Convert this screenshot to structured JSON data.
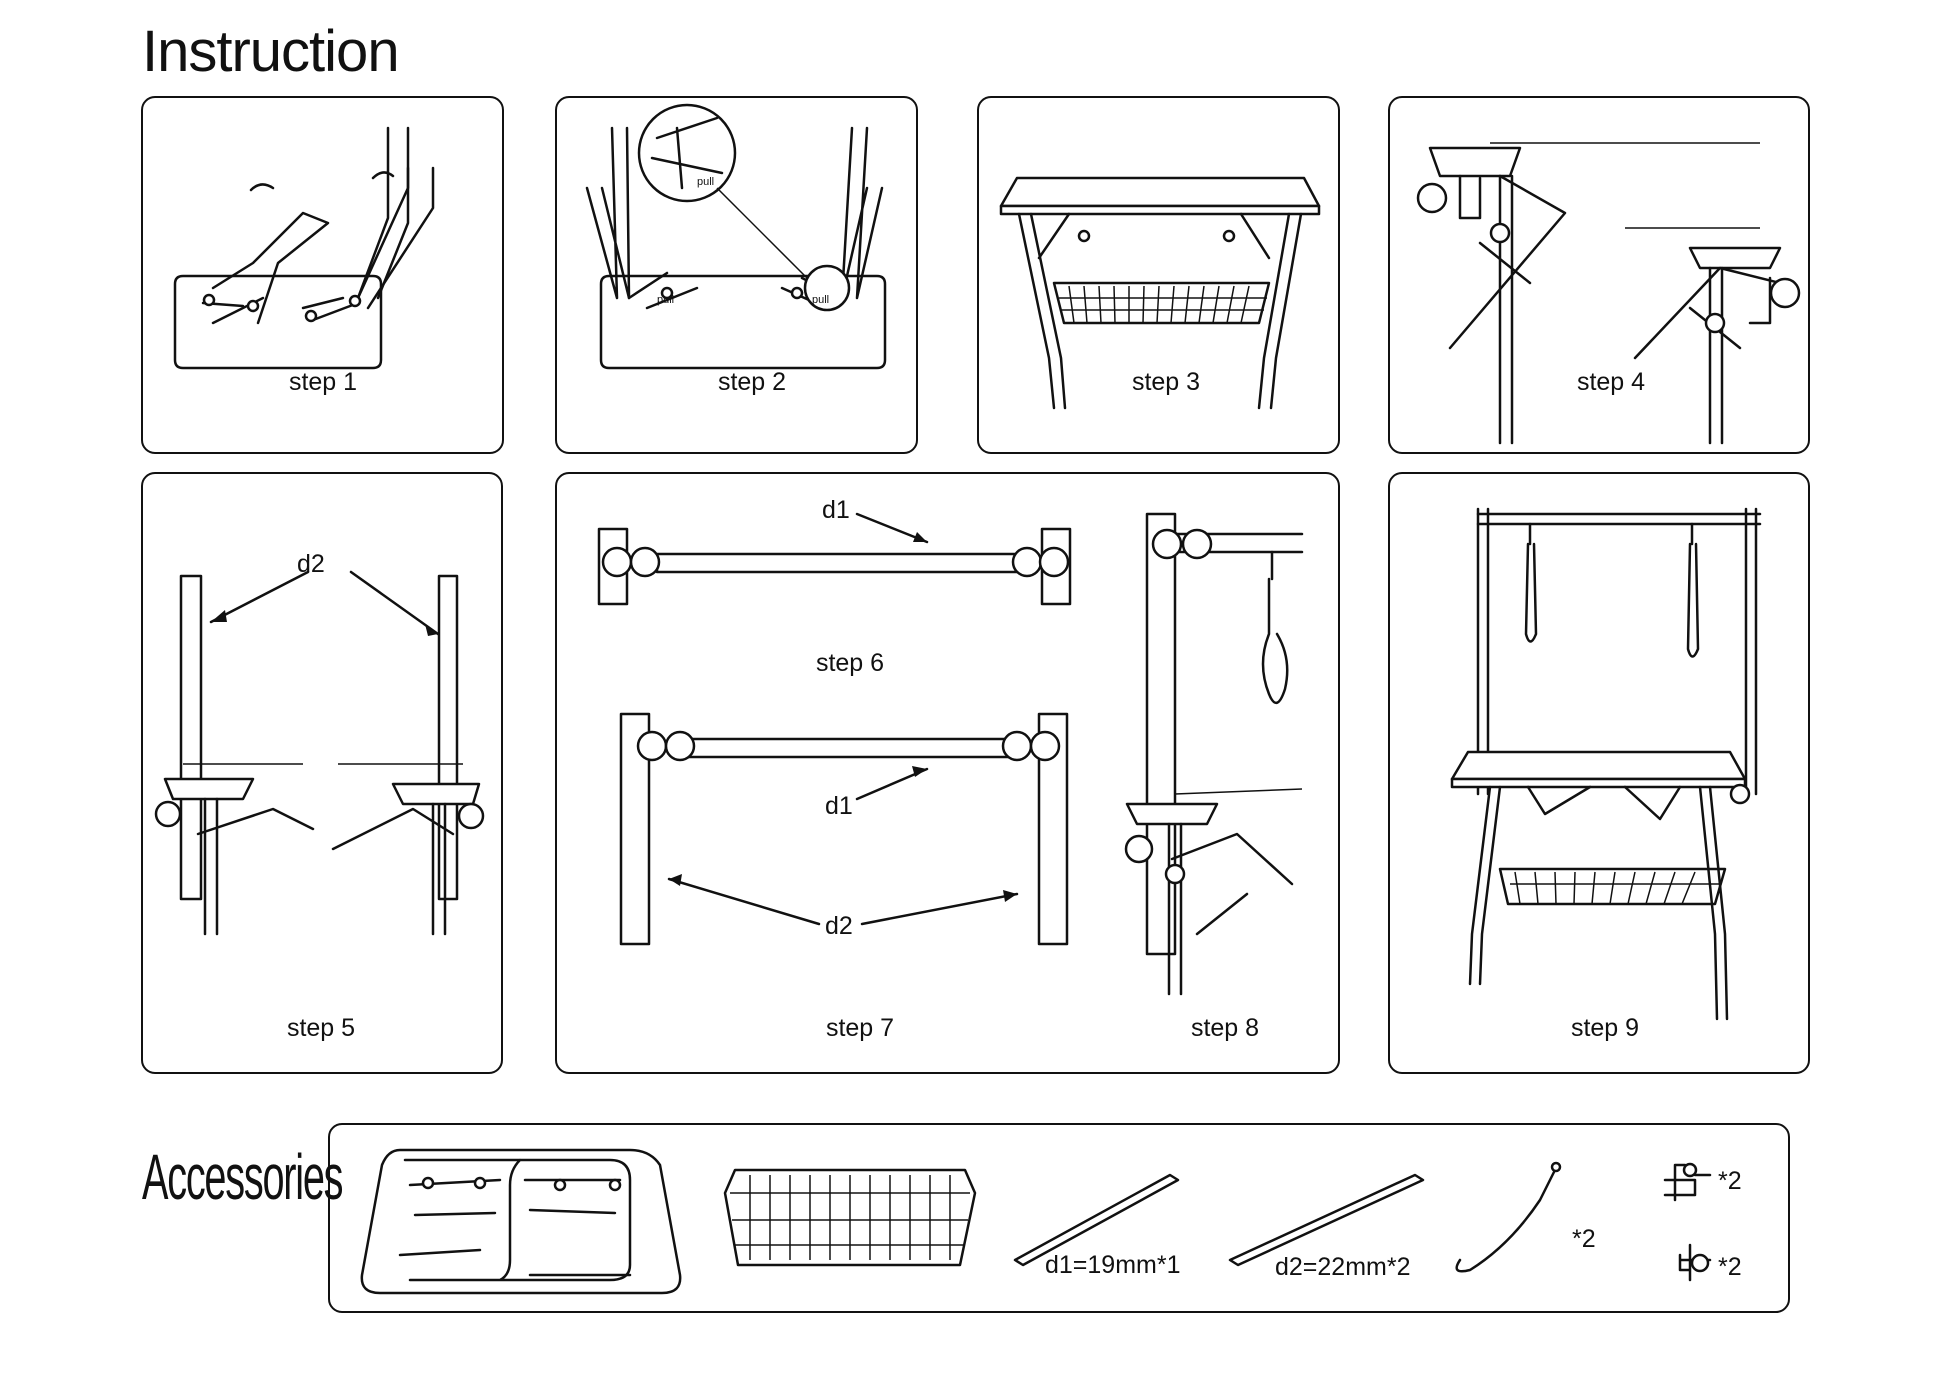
{
  "page": {
    "title": "Instruction"
  },
  "steps": {
    "s1": "step 1",
    "s2": "step 2",
    "s3": "step 3",
    "s4": "step 4",
    "s5": "step 5",
    "s6": "step 6",
    "s7": "step 7",
    "s8": "step 8",
    "s9": "step 9"
  },
  "labels": {
    "d1": "d1",
    "d2": "d2",
    "pull": "pull"
  },
  "accessories": {
    "title": "Accessories",
    "d1_rod": "d1=19mm*1",
    "d2_rod": "d2=22mm*2",
    "noose_qty": "*2",
    "clamp_qty": "*2",
    "knob_qty": "*2"
  }
}
